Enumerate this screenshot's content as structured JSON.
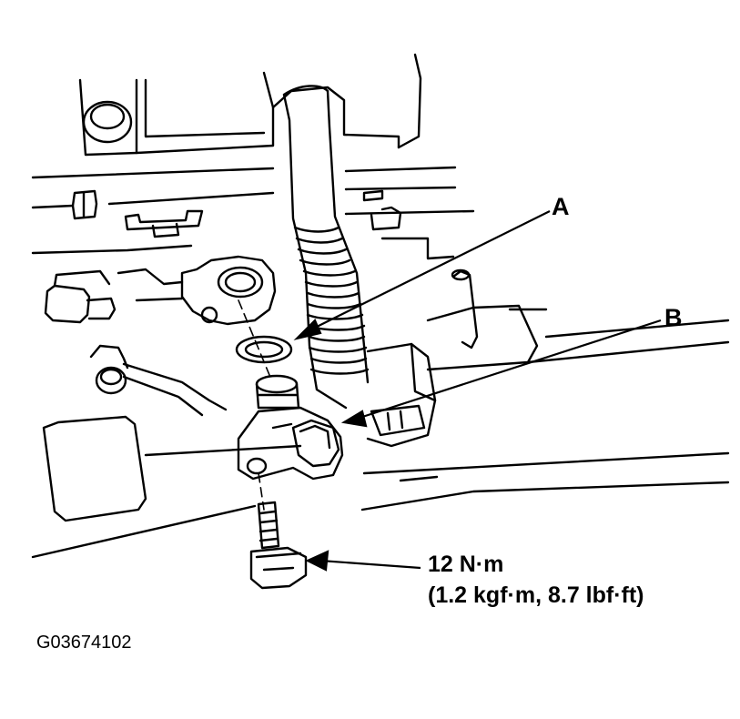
{
  "callouts": {
    "a": "A",
    "b": "B"
  },
  "torque": {
    "line1": "12 N·m",
    "line2": "(1.2 kgf·m, 8.7 lbf·ft)"
  },
  "figure_code": "G03674102",
  "colors": {
    "ink": "#000000",
    "paper": "#ffffff"
  }
}
